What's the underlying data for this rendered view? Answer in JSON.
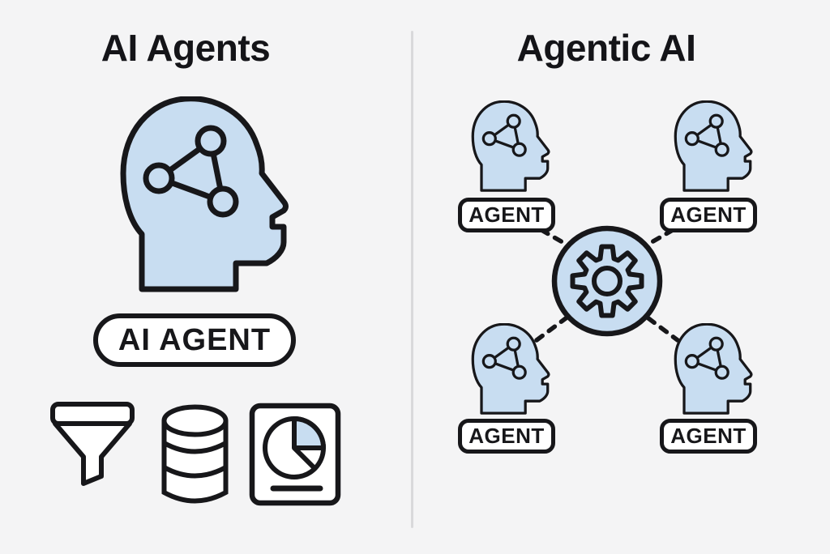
{
  "left_panel": {
    "title": "AI Agents",
    "main_label": "AI AGENT",
    "icons": [
      "head-network-icon",
      "funnel-filter-icon",
      "database-icon",
      "pie-chart-report-icon"
    ]
  },
  "right_panel": {
    "title": "Agentic AI",
    "agent_labels": [
      "AGENT",
      "AGENT",
      "AGENT",
      "AGENT"
    ],
    "center_icon": "gear-icon",
    "connector_style": "dashed"
  },
  "colors": {
    "background": "#f4f4f5",
    "fill_blue": "#c8ddf1",
    "outline": "#17171a",
    "divider": "#d9d9db",
    "pill_background": "#ffffff"
  }
}
